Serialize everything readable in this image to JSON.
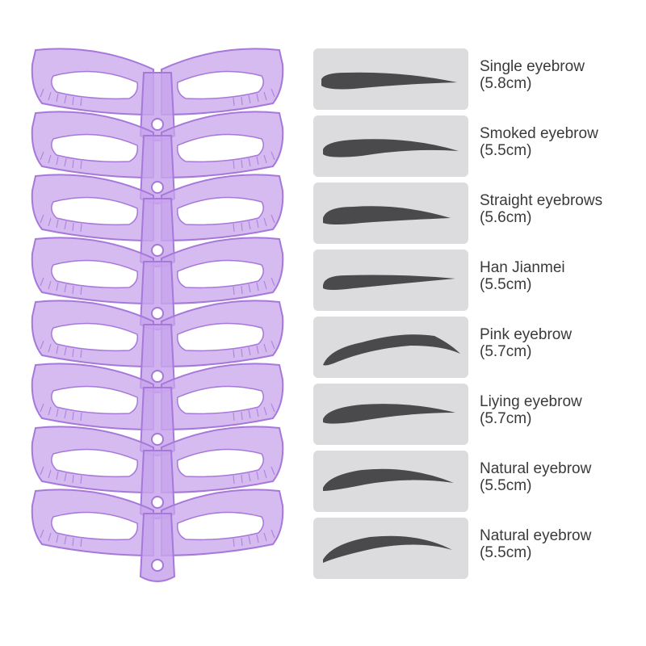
{
  "colors": {
    "stencil_fill": "#c8a4ec",
    "stencil_stroke": "#a678da",
    "tile_bg": "#dcdcde",
    "brow_fill": "#4a4a4c",
    "label_text": "#3a3a3a"
  },
  "stencil_count": 8,
  "items": [
    {
      "name": "Single eyebrow",
      "size": "(5.8cm)",
      "shape": "single"
    },
    {
      "name": "Smoked eyebrow",
      "size": "(5.5cm)",
      "shape": "smoked"
    },
    {
      "name": "Straight eyebrows",
      "size": "(5.6cm)",
      "shape": "straight"
    },
    {
      "name": "Han Jianmei",
      "size": "(5.5cm)",
      "shape": "han"
    },
    {
      "name": "Pink eyebrow",
      "size": "(5.7cm)",
      "shape": "pink"
    },
    {
      "name": "Liying eyebrow",
      "size": "(5.7cm)",
      "shape": "liying"
    },
    {
      "name": "Natural eyebrow",
      "size": "(5.5cm)",
      "shape": "natural-1"
    },
    {
      "name": "Natural eyebrow",
      "size": "(5.5cm)",
      "shape": "natural-2"
    }
  ]
}
